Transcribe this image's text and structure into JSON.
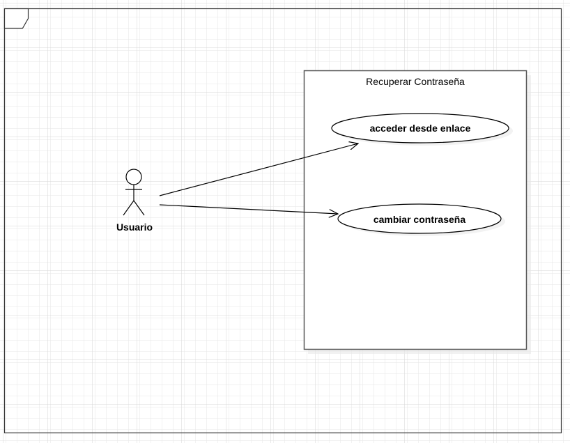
{
  "diagram": {
    "actor": {
      "name": "Usuario"
    },
    "system_boundary": {
      "title": "Recuperar Contraseña"
    },
    "use_cases": [
      {
        "label": "acceder desde enlace"
      },
      {
        "label": "cambiar contraseña"
      }
    ],
    "associations": [
      {
        "from": "Usuario",
        "to": "acceder desde enlace"
      },
      {
        "from": "Usuario",
        "to": "cambiar contraseña"
      }
    ]
  }
}
